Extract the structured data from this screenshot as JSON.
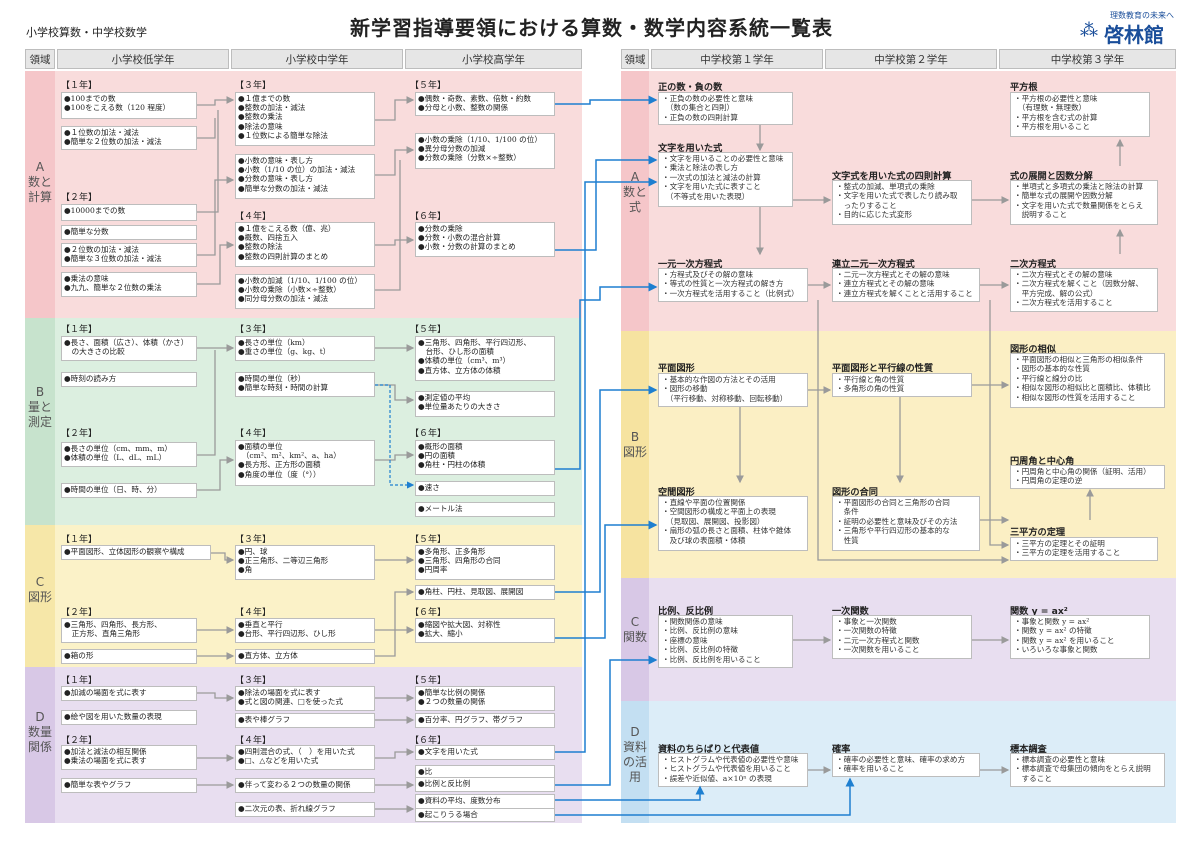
{
  "header": {
    "subtitle": "小学校算数・中学校数学",
    "title": "新学習指導要領における算数・数学内容系統一覧表",
    "brand_tag": "理数教育の未来へ",
    "brand_name": "啓林館"
  },
  "columns": {
    "domain": "領域",
    "low": "小学校低学年",
    "mid": "小学校中学年",
    "high": "小学校高学年",
    "domain_j": "領域",
    "j1": "中学校第１学年",
    "j2": "中学校第２学年",
    "j3": "中学校第３学年"
  },
  "areas": {
    "a": "A\n数と計算",
    "b": "B\n量と測定",
    "c": "C\n図形",
    "d": "D\n数量関係",
    "ja": "A\n数と式",
    "jb": "B\n図形",
    "jc": "C\n関数",
    "jd": "D\n資料の活用"
  },
  "grades": {
    "g1": "【１年】",
    "g2": "【２年】",
    "g3": "【３年】",
    "g4": "【４年】",
    "g5": "【５年】",
    "g6": "【６年】"
  },
  "elem": {
    "a_low": [
      "●100までの数\n●100をこえる数（120 程度）",
      "●１位数の加法・減法\n●簡単な２位数の加法・減法",
      "●10000までの数",
      "●簡単な分数",
      "●２位数の加法・減法\n●簡単な３位数の加法・減法",
      "●乗法の意味\n●九九、簡単な２位数の乗法"
    ],
    "a_mid": [
      "●１億までの数\n●整数の加法・減法\n●整数の乗法\n●除法の意味\n●１位数による簡単な除法",
      "●小数の意味・表し方\n●小数（1/10 の位）の加法・減法\n●分数の意味・表し方\n●簡単な分数の加法・減法",
      "●１億をこえる数（億、兆）\n●概数、四捨五入\n●整数の除法\n●整数の四則計算のまとめ",
      "●小数の加減（1/10、1/100 の位）\n●小数の乗除（小数×÷整数）\n●同分母分数の加法・減法"
    ],
    "a_high": [
      "●偶数・奇数、素数、倍数・約数\n●分母と小数、整数の関係",
      "●小数の乗除（1/10、1/100 の位）\n●異分母分数の加減\n●分数の乗除（分数×÷整数）",
      "●分数の乗除\n●分数・小数の混合計算\n●小数・分数の計算のまとめ"
    ],
    "b_low": [
      "●長さ、面積（広さ）、体積（かさ）\n　の大きさの比較",
      "●時刻の読み方",
      "●長さの単位（cm、mm、m）\n●体積の単位（L、dL、mL）",
      "●時間の単位（日、時、分）"
    ],
    "b_mid": [
      "●長さの単位（km）\n●重さの単位（g、kg、t）",
      "●時間の単位（秒）\n●簡単な時刻・時間の計算",
      "●面積の単位\n　（cm²、m²、km²、a、ha）\n●長方形、正方形の面積\n●角度の単位（度（°））"
    ],
    "b_high": [
      "●三角形、四角形、平行四辺形、\n　台形、ひし形の面積\n●体積の単位（cm³、m³）\n●直方体、立方体の体積",
      "●測定値の平均\n●単位量あたりの大きさ",
      "●概形の面積\n●円の面積\n●角柱・円柱の体積",
      "●速さ",
      "●メートル法"
    ],
    "c_low": [
      "●平面図形、立体図形の観察や構成",
      "●三角形、四角形、長方形、\n　正方形、直角三角形",
      "●箱の形"
    ],
    "c_mid": [
      "●円、球\n●正三角形、二等辺三角形\n●角",
      "●垂直と平行\n●台形、平行四辺形、ひし形",
      "●直方体、立方体"
    ],
    "c_high": [
      "●多角形、正多角形\n●三角形、四角形の合同\n●円周率",
      "●角柱、円柱、見取図、展開図",
      "●縮図や拡大図、対称性\n●拡大、縮小"
    ],
    "d_low": [
      "●加減の場面を式に表す",
      "●絵や図を用いた数量の表現",
      "●加法と減法の相互関係\n●乗法の場面を式に表す",
      "●簡単な表やグラフ"
    ],
    "d_mid": [
      "●除法の場面を式に表す\n●式と図の関連、□を使った式",
      "●表や棒グラフ",
      "●四則混合の式、（　）を用いた式\n●□、△などを用いた式",
      "●伴って変わる２つの数量の関係",
      "●二次元の表、折れ線グラフ"
    ],
    "d_high": [
      "●簡単な比例の関係\n●２つの数量の関係",
      "●百分率、円グラフ、帯グラフ",
      "●文字を用いた式",
      "●比",
      "●比例と反比例",
      "●資料の平均、度数分布",
      "●起こりうる場合"
    ]
  },
  "jr": {
    "a1": {
      "h": "正の数・負の数",
      "b": "・正負の数の必要性と意味\n　（数の集合と四則）\n・正負の数の四則計算"
    },
    "a1b": {
      "h": "文字を用いた式",
      "b": "・文字を用いることの必要性と意味\n・乗法と除法の表し方\n・一次式の加法と減法の計算\n・文字を用いた式に表すこと\n　（不等式を用いた表現）"
    },
    "a1c": {
      "h": "一元一次方程式",
      "b": "・方程式及びその解の意味\n・等式の性質と一次方程式の解き方\n・一次方程式を活用すること（比例式）"
    },
    "a2": {
      "h": "文字式を用いた式の四則計算",
      "b": "・整式の加減、単項式の乗除\n・文字を用いた式で表したり読み取\n　ったりすること\n・目的に応じた式変形"
    },
    "a2b": {
      "h": "連立二元一次方程式",
      "b": "・二元一次方程式とその解の意味\n・連立方程式とその解の意味\n・連立方程式を解くことと活用すること"
    },
    "a3": {
      "h": "平方根",
      "b": "・平方根の必要性と意味\n　（有理数・無理数）\n・平方根を含む式の計算\n・平方根を用いること"
    },
    "a3b": {
      "h": "式の展開と因数分解",
      "b": "・単項式と多項式の乗法と除法の計算\n・簡単な式の展開や因数分解\n・文字を用いた式で数量関係をとらえ\n　説明すること"
    },
    "a3c": {
      "h": "二次方程式",
      "b": "・二次方程式とその解の意味\n・二次方程式を解くこと（因数分解、\n　平方完成、解の公式）\n・二次方程式を活用すること"
    },
    "b1": {
      "h": "平面図形",
      "b": "・基本的な作図の方法とその活用\n・図形の移動\n　（平行移動、対称移動、回転移動）"
    },
    "b1b": {
      "h": "空間図形",
      "b": "・直線や平面の位置関係\n・空間図形の構成と平面上の表現\n　（見取図、展開図、投影図）\n・扇形の弧の長さと面積、柱体や錐体\n　及び球の表面積・体積"
    },
    "b2": {
      "h": "平面図形と平行線の性質",
      "b": "・平行線と角の性質\n・多角形の角の性質"
    },
    "b2b": {
      "h": "図形の合同",
      "b": "・平面図形の合同と三角形の合同\n　条件\n・証明の必要性と意味及びその方法\n・三角形や平行四辺形の基本的な\n　性質"
    },
    "b3": {
      "h": "図形の相似",
      "b": "・平面図形の相似と三角形の相似条件\n・図形の基本的な性質\n・平行線と線分の比\n・相似な図形の相似比と面積比、体積比\n・相似な図形の性質を活用すること"
    },
    "b3b": {
      "h": "円周角と中心角",
      "b": "・円周角と中心角の関係（証明、活用）\n・円周角の定理の逆"
    },
    "b3c": {
      "h": "三平方の定理",
      "b": "・三平方の定理とその証明\n・三平方の定理を活用すること"
    },
    "c1": {
      "h": "比例、反比例",
      "b": "・関数関係の意味\n・比例、反比例の意味\n・座標の意味\n・比例、反比例の特徴\n・比例、反比例を用いること"
    },
    "c2": {
      "h": "一次関数",
      "b": "・事象と一次関数\n・一次関数の特徴\n・二元一次方程式と関数\n・一次関数を用いること"
    },
    "c3": {
      "h": "関数 y = ax²",
      "b": "・事象と関数 y = ax²\n・関数 y = ax² の特徴\n・関数 y = ax² を用いること\n・いろいろな事象と関数"
    },
    "d1": {
      "h": "資料のちらばりと代表値",
      "b": "・ヒストグラムや代表値の必要性や意味\n・ヒストグラムや代表値を用いること\n・誤差や近似値、a×10ⁿ の表現"
    },
    "d2": {
      "h": "確率",
      "b": "・確率の必要性と意味、確率の求め方\n・確率を用いること"
    },
    "d3": {
      "h": "標本調査",
      "b": "・標本調査の必要性と意味\n・標本調査で母集団の傾向をとらえ説明\n　すること"
    }
  },
  "colors": {
    "a": "#f9dcdc",
    "b": "#dcefe0",
    "c": "#fbf2c8",
    "d": "#e8def0",
    "jb": "#fbefc4",
    "jd": "#dcedf8",
    "arrow": "#1e7fd0",
    "gray_arrow": "#9a9a9a"
  }
}
